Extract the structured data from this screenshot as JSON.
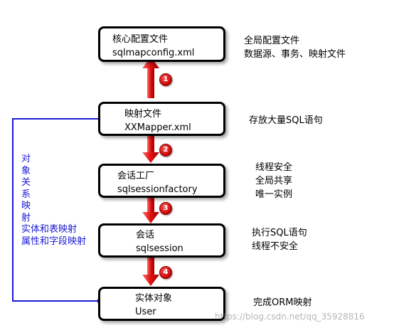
{
  "boxes": [
    {
      "id": "core-config",
      "title": "核心配置文件",
      "subtitle": "sqlmapconfig.xml",
      "note": [
        "全局配置文件",
        "数据源、事务、映射文件"
      ]
    },
    {
      "id": "mapper-file",
      "title": "映射文件",
      "subtitle": "XXMapper.xml",
      "note": [
        "存放大量SQL语句"
      ]
    },
    {
      "id": "session-factory",
      "title": "会话工厂",
      "subtitle": "sqlsessionfactory",
      "note": [
        "线程安全",
        "全局共享",
        "唯一实例"
      ]
    },
    {
      "id": "session",
      "title": "会话",
      "subtitle": "sqlsession",
      "note": [
        "执行SQL语句",
        "线程不安全"
      ]
    },
    {
      "id": "entity",
      "title": "实体对象",
      "subtitle": "User",
      "note": [
        "完成ORM映射"
      ]
    }
  ],
  "badges": [
    "1",
    "2",
    "3",
    "4"
  ],
  "side_label": [
    "对",
    "象",
    "关",
    "系",
    "映",
    "射",
    "实体和表映射",
    "属性和字段映射"
  ],
  "watermark": "https://blog.csdn.net/qq_35928816",
  "colors": {
    "arrow_red": "#e01010",
    "side_blue": "#1a1ad6",
    "box_border": "#000000"
  }
}
